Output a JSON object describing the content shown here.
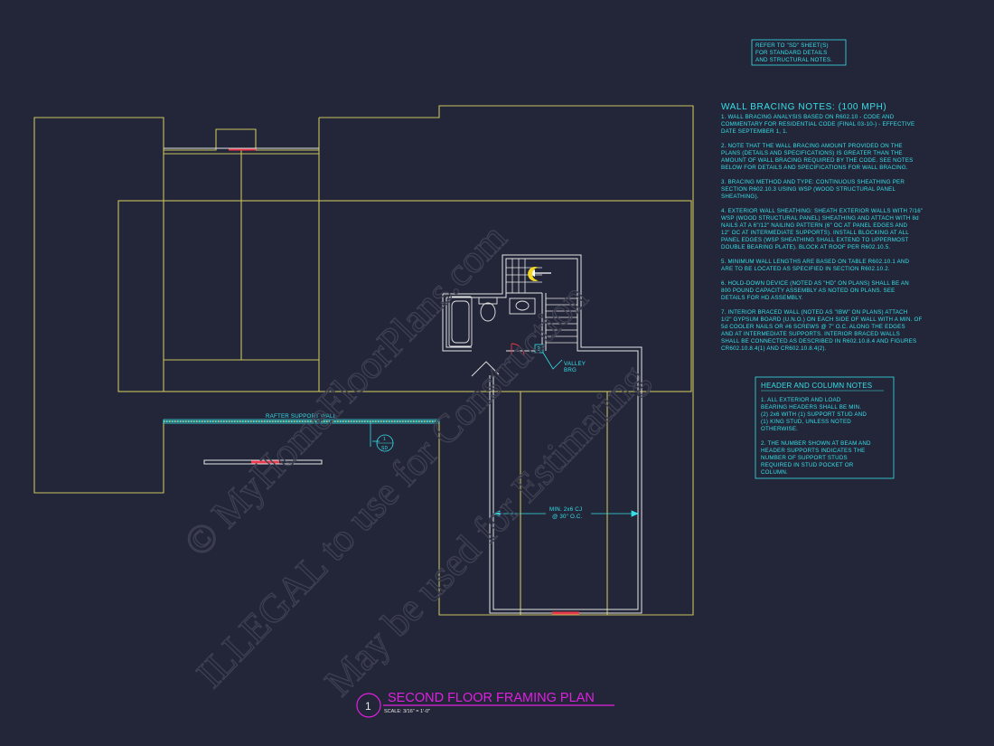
{
  "reference_box": {
    "lines": [
      "REFER TO \"SD\" SHEET(S)",
      "FOR STANDARD DETAILS",
      "AND STRUCTURAL NOTES."
    ]
  },
  "wall_bracing": {
    "title": "WALL BRACING NOTES: (100 MPH)",
    "lines": [
      "1. WALL BRACING ANALYSIS BASED ON R602.10 - CODE AND",
      "COMMENTARY FOR RESIDENTIAL CODE (FINAL 03-10-) - EFFECTIVE",
      "DATE SEPTEMBER 1, 1.",
      "",
      "2. NOTE THAT THE WALL BRACING AMOUNT PROVIDED ON THE",
      "PLANS (DETAILS AND SPECIFICATIONS) IS GREATER THAN THE",
      "AMOUNT OF WALL BRACING REQUIRED BY THE CODE. SEE NOTES",
      "BELOW FOR DETAILS AND SPECIFICATIONS FOR WALL BRACING.",
      "",
      "3. BRACING METHOD AND TYPE: CONTINUOUS SHEATHING PER",
      "SECTION R602.10.3 USING WSP (WOOD STRUCTURAL PANEL",
      "SHEATHING).",
      "",
      "4. EXTERIOR WALL SHEATHING: SHEATH EXTERIOR WALLS WITH 7/16\"",
      "WSP (WOOD STRUCTURAL PANEL) SHEATHING AND ATTACH WITH 8d",
      "NAILS AT A 6\"/12\" NAILING PATTERN (6\" OC AT PANEL EDGES AND",
      "12\" OC AT INTERMEDIATE SUPPORTS). INSTALL BLOCKING AT ALL",
      "PANEL EDGES (WSP SHEATHING SHALL EXTEND TO UPPERMOST",
      "DOUBLE BEARING PLATE). BLOCK AT ROOF PER R602.10.5.",
      "",
      "5. MINIMUM WALL LENGTHS ARE BASED ON TABLE R602.10.1 AND",
      "ARE TO BE LOCATED AS SPECIFIED IN SECTION R602.10.2.",
      "",
      "6. HOLD-DOWN DEVICE (NOTED AS \"HD\" ON PLANS) SHALL BE AN",
      "800 POUND CAPACITY ASSEMBLY AS NOTED ON PLANS. SEE",
      "DETAILS FOR HD ASSEMBLY.",
      "",
      "7. INTERIOR BRACED WALL (NOTED AS \"IBW\" ON PLANS) ATTACH",
      "1/2\" GYPSUM BOARD (U.N.O.) ON EACH SIDE OF WALL WITH A MIN. OF",
      "5d COOLER NAILS OR #6 SCREWS @ 7\" O.C. ALONG THE EDGES",
      "AND AT INTERMEDIATE SUPPORTS. INTERIOR BRACED WALLS",
      "SHALL BE CONNECTED AS DESCRIBED IN R602.10.8.4 AND FIGURES",
      "CR602.10.8.4(1) AND CR602.10.8.4(2)."
    ]
  },
  "header_notes": {
    "title": "HEADER AND COLUMN NOTES",
    "lines": [
      "1. ALL EXTERIOR AND LOAD",
      "BEARING HEADERS SHALL BE MIN.",
      "(2) 2x6 WITH (1) SUPPORT STUD AND",
      "(1) KING STUD, UNLESS NOTED",
      "OTHERWISE.",
      "",
      "2. THE NUMBER SHOWN AT BEAM AND",
      "HEADER SUPPORTS INDICATES THE",
      "NUMBER OF SUPPORT STUDS",
      "REQUIRED IN STUD POCKET OR",
      "COLUMN."
    ]
  },
  "plan": {
    "rafter_label": "RAFTER SUPPORT WALL",
    "valley_label": "VALLEY",
    "valley_label_2": "BRG",
    "cj_label": "MIN. 2x6 CJ",
    "cj_label_2": "@ 30\" O.C.",
    "detail_number": "1",
    "detail_sheet": "SD",
    "stud_count": "3"
  },
  "title_block": {
    "number": "1",
    "title": "SECOND FLOOR FRAMING PLAN",
    "scale": "SCALE: 3/16\" = 1'-0\""
  },
  "watermark": {
    "line1": "© MyHomeFloorPlans.com",
    "line2": "ILLEGAL to use for Construction",
    "line3": "May be used for Estimating"
  },
  "colors": {
    "background": "#232538",
    "roof_lines": "#c9c25c",
    "walls": "#e6e6e6",
    "notes": "#36e0e8",
    "title": "#e020e0",
    "headers": "#e83a4a"
  }
}
